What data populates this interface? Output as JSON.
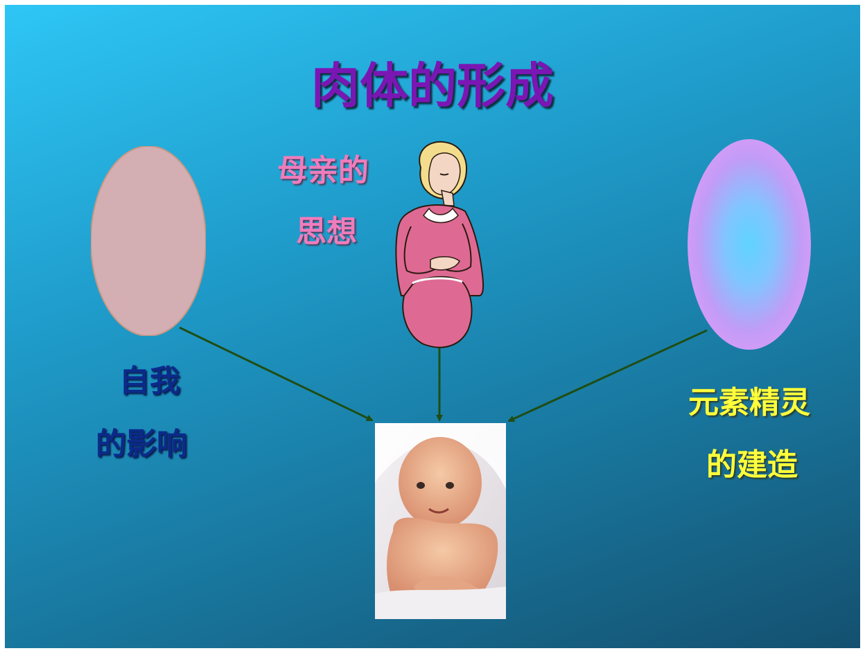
{
  "slide": {
    "title": "肉体的形成",
    "mother_label": {
      "line1": "母亲的",
      "line2": "思想"
    },
    "self_label": {
      "line1": "自我",
      "line2": "的影响"
    },
    "spirit_label": {
      "line1": "元素精灵",
      "line2": "的建造"
    }
  },
  "colors": {
    "title": "#7a16b3",
    "mother_text": "#f07cbc",
    "self_text": "#0b2a8a",
    "spirit_text": "#ffff3b",
    "arrow": "#1e4d14",
    "left_oval": "#d9b0b4",
    "right_oval_edge": "#d99bf6",
    "right_oval_center": "#5fd3ff"
  },
  "icons": {
    "mother": "pregnant-woman-clipart",
    "baby": "baby-photo",
    "left_oval": "textured-pink-oval",
    "right_oval": "gradient-lavender-oval"
  }
}
